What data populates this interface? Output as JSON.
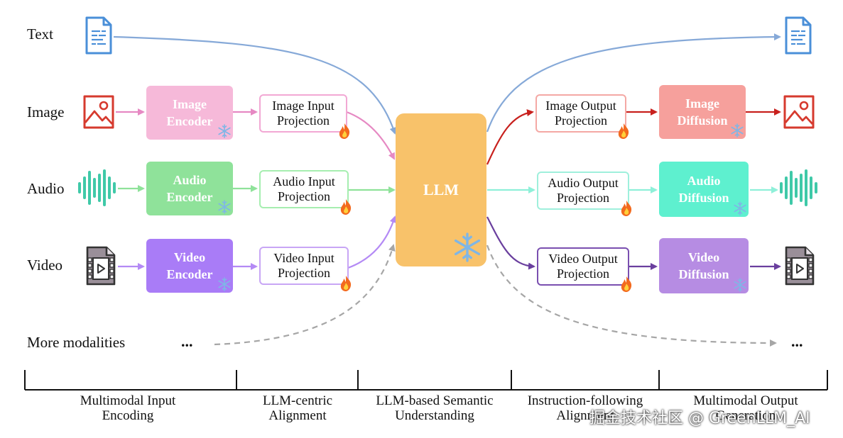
{
  "rows": {
    "text": "Text",
    "image": "Image",
    "audio": "Audio",
    "video": "Video",
    "more": "More modalities"
  },
  "ellipsis": "...",
  "encoders": {
    "image": [
      "Image",
      "Encoder"
    ],
    "audio": [
      "Audio",
      "Encoder"
    ],
    "video": [
      "Video",
      "Encoder"
    ]
  },
  "input_projections": {
    "image": [
      "Image Input",
      "Projection"
    ],
    "audio": [
      "Audio Input",
      "Projection"
    ],
    "video": [
      "Video Input",
      "Projection"
    ]
  },
  "llm": "LLM",
  "output_projections": {
    "image": [
      "Image Output",
      "Projection"
    ],
    "audio": [
      "Audio Output",
      "Projection"
    ],
    "video": [
      "Video Output",
      "Projection"
    ]
  },
  "diffusions": {
    "image": [
      "Image",
      "Diffusion"
    ],
    "audio": [
      "Audio",
      "Diffusion"
    ],
    "video": [
      "Video",
      "Diffusion"
    ]
  },
  "stages": [
    [
      "Multimodal Input",
      "Encoding"
    ],
    [
      "LLM-centric",
      "Alignment"
    ],
    [
      "LLM-based Semantic",
      "Understanding"
    ],
    [
      "Instruction-following",
      "Alignment"
    ],
    [
      "Multimodal Output",
      "Generation"
    ]
  ],
  "watermark": "掘金技术社区 @ GreenLLM_AI",
  "badges": {
    "frozen": "snowflake-icon",
    "trainable": "flame-icon"
  },
  "colors": {
    "text": "#4a8fd8",
    "image": "#d63a2e",
    "audio": "#3fc9a8",
    "video": "#7a6f78",
    "image_encoder": "#f6b9d9",
    "audio_encoder": "#8fe29a",
    "video_encoder": "#a97cf7",
    "image_diffusion": "#f6a09c",
    "audio_diffusion": "#5ef0cf",
    "video_diffusion": "#b68ce3",
    "llm": "#f8c26a"
  }
}
